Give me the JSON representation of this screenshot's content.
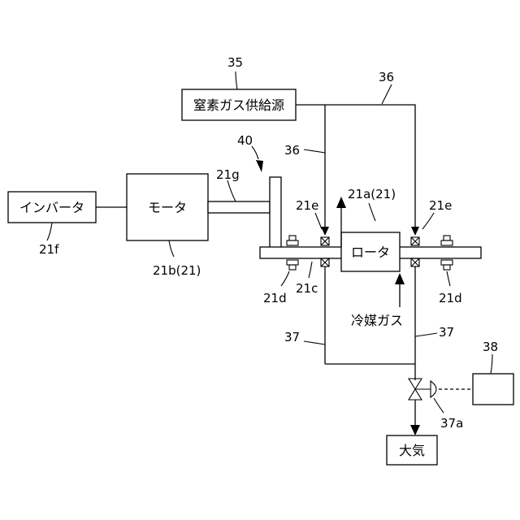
{
  "boxes": {
    "inverter": "インバータ",
    "motor": "モータ",
    "rotor": "ロータ",
    "nitrogen_source": "窒素ガス供給源",
    "atmosphere": "大気",
    "controller": ""
  },
  "labels": {
    "refrigerant_gas": "冷媒ガス"
  },
  "refs": {
    "r35": "35",
    "r36_top": "36",
    "r36_left": "36",
    "r40": "40",
    "r21g": "21g",
    "r21e_left": "21e",
    "r21e_right": "21e",
    "r21a": "21a(21)",
    "r21f": "21f",
    "r21b": "21b(21)",
    "r21d_left": "21d",
    "r21c": "21c",
    "r21d_right": "21d",
    "r37_left": "37",
    "r37_right": "37",
    "r38": "38",
    "r37a": "37a"
  }
}
